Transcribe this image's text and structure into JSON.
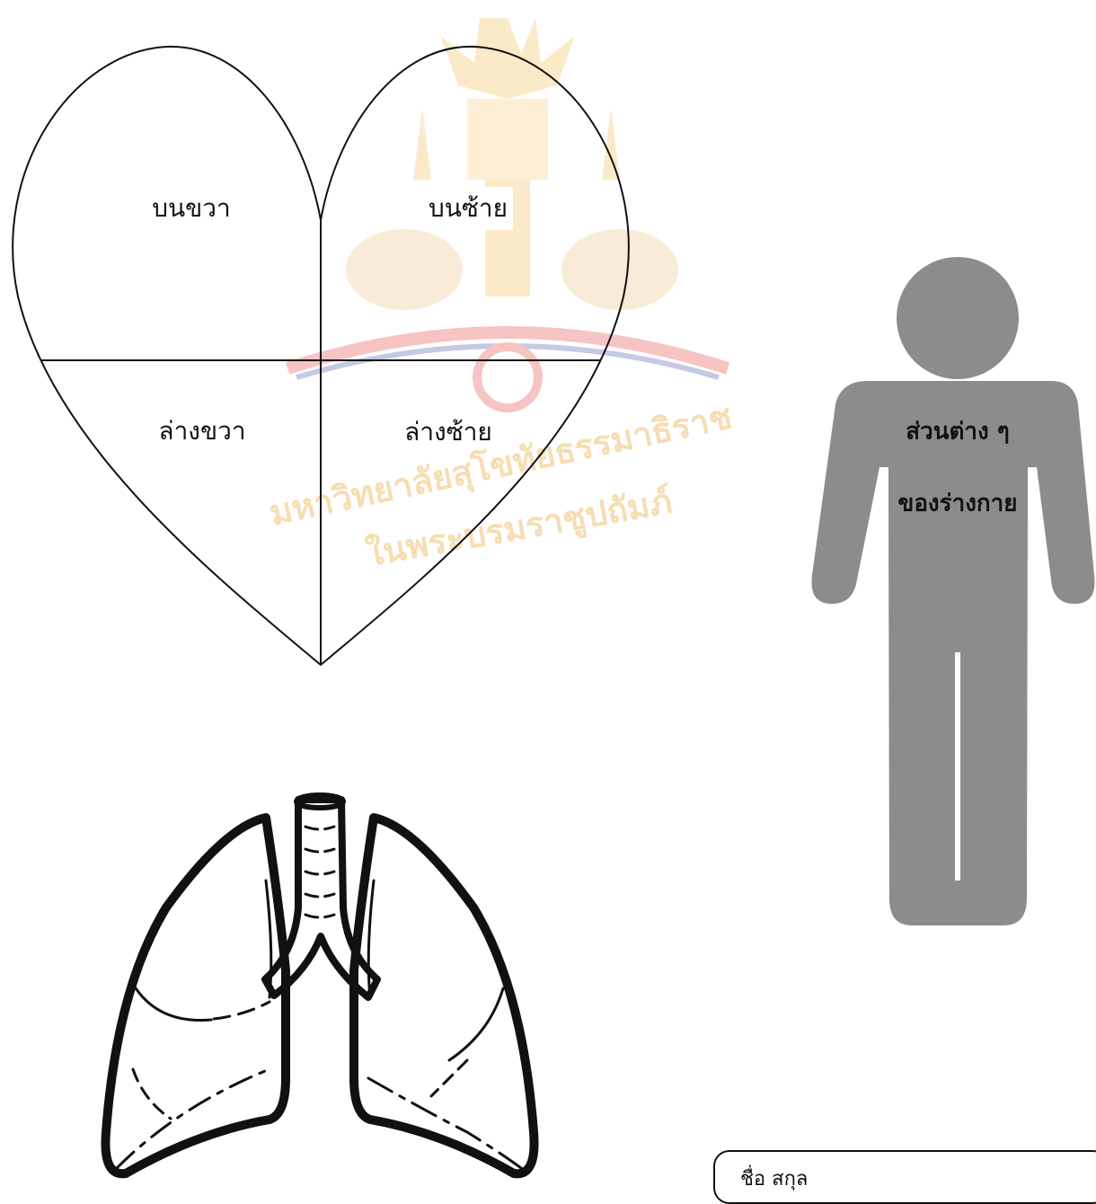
{
  "heart": {
    "top_right": "บนขวา",
    "top_left": "บนซ้าย",
    "bottom_right": "ล่างขวา",
    "bottom_left": "ล่างซ้าย"
  },
  "body_figure": {
    "line1": "ส่วนต่าง ๆ",
    "line2": "ของร่างกาย",
    "color": "#8c8c8c"
  },
  "name_box": {
    "label": "ชื่อ สกุล"
  },
  "watermark": {
    "line1": "มหาวิทยาลัยสุโขทัยธรรมาธิราช",
    "line2": "ในพระบรมราชูปถัมภ์",
    "color": "#e8a020"
  }
}
